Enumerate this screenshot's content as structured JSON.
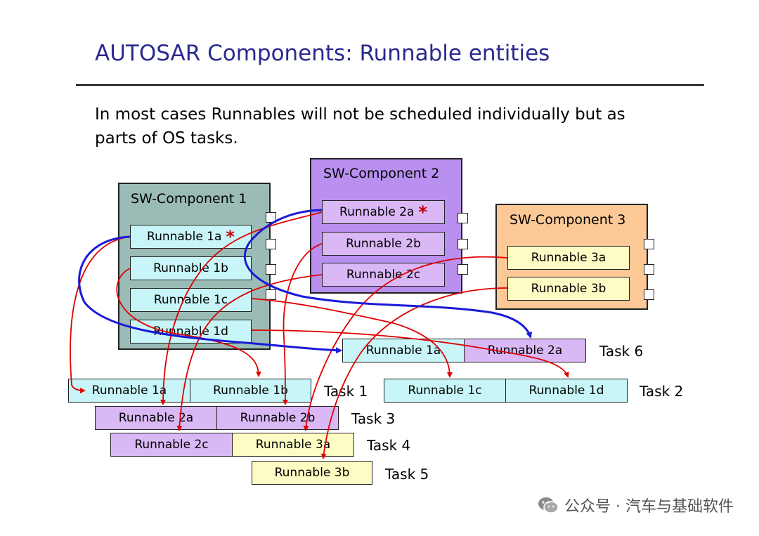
{
  "title": "AUTOSAR Components: Runnable entities",
  "intro": [
    "In most cases Runnables will not be scheduled individually but as",
    "parts of OS tasks."
  ],
  "components": {
    "c1": {
      "title": "SW-Component 1",
      "r1a": "Runnable 1a",
      "r1b": "Runnable 1b",
      "r1c": "Runnable 1c",
      "r1d": "Runnable 1d"
    },
    "c2": {
      "title": "SW-Component 2",
      "r2a": "Runnable 2a",
      "r2b": "Runnable 2b",
      "r2c": "Runnable 2c"
    },
    "c3": {
      "title": "SW-Component 3",
      "r3a": "Runnable 3a",
      "r3b": "Runnable 3b"
    }
  },
  "star": "*",
  "tasks": {
    "t6": {
      "label": "Task 6",
      "a": "Runnable 1a",
      "b": "Runnable 2a"
    },
    "t1": {
      "label": "Task 1",
      "a": "Runnable 1a",
      "b": "Runnable 1b"
    },
    "t2": {
      "label": "Task 2",
      "a": "Runnable 1c",
      "b": "Runnable 1d"
    },
    "t3": {
      "label": "Task 3",
      "a": "Runnable 2a",
      "b": "Runnable 2b"
    },
    "t4": {
      "label": "Task 4",
      "a": "Runnable 2c",
      "b": "Runnable 3a"
    },
    "t5": {
      "label": "Task 5",
      "a": "Runnable 3b"
    }
  },
  "colors": {
    "title": "#2b2a8f",
    "comp1": "#9bbcb6",
    "comp2": "#b98ff0",
    "comp3": "#fcc996",
    "red_wire": "#e00000",
    "blue_wire": "#1a1ad8"
  },
  "watermark": {
    "icon": "wechat-icon",
    "text": "公众号 · 汽车与基础软件"
  }
}
